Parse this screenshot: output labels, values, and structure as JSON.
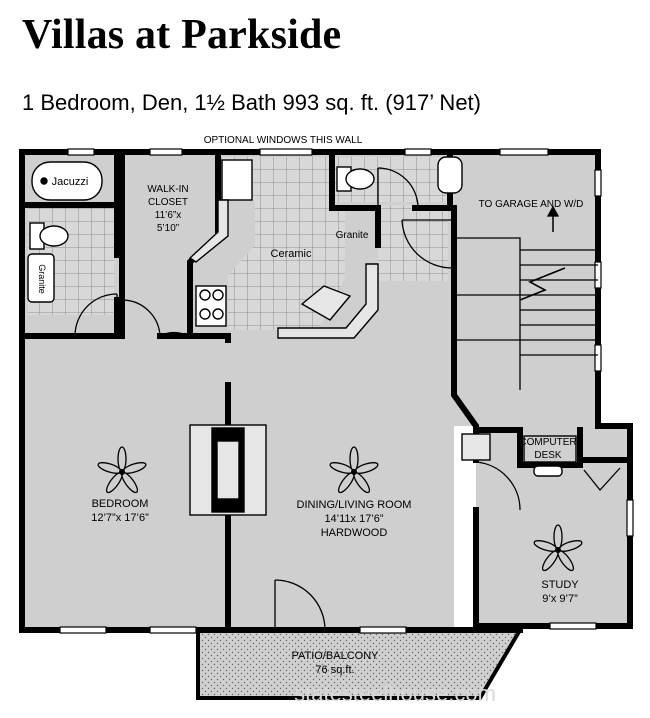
{
  "header": {
    "title": "Villas at Parkside",
    "subtitle": "1 Bedroom, Den, 1½ Bath 993 sq. ft. (917’ Net)"
  },
  "plan": {
    "optional_windows": "OPTIONAL WINDOWS THIS WALL",
    "jacuzzi": "Jacuzzi",
    "bath_granite": "Granite",
    "closet_line1": "WALK-IN",
    "closet_line2": "CLOSET",
    "closet_line3": "11’6”x",
    "closet_line4": "5’10”",
    "ceramic": "Ceramic",
    "kitchen_granite": "Granite",
    "garage": "TO GARAGE AND W/D",
    "computer_line1": "COMPUTER",
    "computer_line2": "DESK",
    "bedroom_line1": "BEDROOM",
    "bedroom_line2": "12’7”x 17’6”",
    "living_line1": "DINING/LIVING ROOM",
    "living_line2": "14’11x 17’6”",
    "living_line3": "HARDWOOD",
    "study_line1": "STUDY",
    "study_line2": "9’x 9’7”",
    "patio_line1": "PATIO/BALCONY",
    "patio_line2": "76 sq.ft.",
    "watermark": "statesteelhouse.com"
  },
  "colors": {
    "floor": "#cfcfcf",
    "wall": "#000000",
    "tile": "#d8d8d8",
    "tile_line": "#7a7a7a",
    "window": "#ffffff"
  }
}
